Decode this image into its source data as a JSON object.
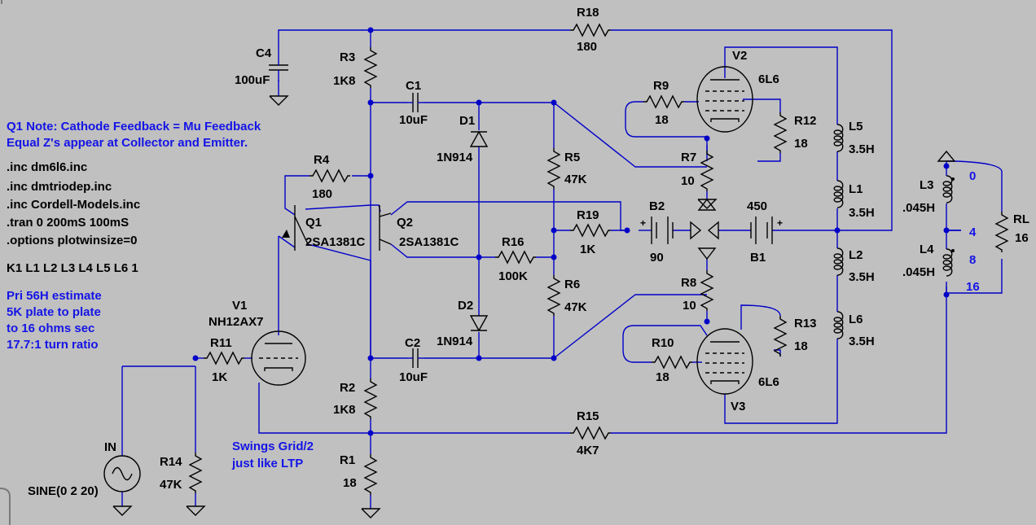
{
  "colors": {
    "background": "#c0c0c0",
    "wire": "#0000c8",
    "part": "#000000",
    "note": "#1414e6"
  },
  "components": [
    {
      "ref": "R18",
      "value": "180"
    },
    {
      "ref": "C4",
      "value": "100uF"
    },
    {
      "ref": "R3",
      "value": "1K8"
    },
    {
      "ref": "C1",
      "value": "10uF"
    },
    {
      "ref": "D1",
      "value": "1N914"
    },
    {
      "ref": "R5",
      "value": "47K"
    },
    {
      "ref": "R9",
      "value": "18"
    },
    {
      "ref": "R12",
      "value": "18"
    },
    {
      "ref": "R7",
      "value": "10"
    },
    {
      "ref": "V2",
      "value": "6L6"
    },
    {
      "ref": "L5",
      "value": "3.5H"
    },
    {
      "ref": "L1",
      "value": "3.5H"
    },
    {
      "ref": "L2",
      "value": "3.5H"
    },
    {
      "ref": "L6",
      "value": "3.5H"
    },
    {
      "ref": "L3",
      "value": ".045H"
    },
    {
      "ref": "L4",
      "value": ".045H"
    },
    {
      "ref": "RL",
      "value": "16"
    },
    {
      "ref": "R4",
      "value": "180"
    },
    {
      "ref": "Q1",
      "value": "2SA1381C"
    },
    {
      "ref": "Q2",
      "value": "2SA1381C"
    },
    {
      "ref": "R19",
      "value": "1K"
    },
    {
      "ref": "B2",
      "value": "90"
    },
    {
      "ref": "B1",
      "value": "450"
    },
    {
      "ref": "R16",
      "value": "100K"
    },
    {
      "ref": "R6",
      "value": "47K"
    },
    {
      "ref": "D2",
      "value": "1N914"
    },
    {
      "ref": "R8",
      "value": "10"
    },
    {
      "ref": "R13",
      "value": "18"
    },
    {
      "ref": "R10",
      "value": "18"
    },
    {
      "ref": "V3",
      "value": "6L6"
    },
    {
      "ref": "C2",
      "value": "10uF"
    },
    {
      "ref": "V1",
      "value": "NH12AX7"
    },
    {
      "ref": "R11",
      "value": "1K"
    },
    {
      "ref": "R2",
      "value": "1K8"
    },
    {
      "ref": "R1",
      "value": "18"
    },
    {
      "ref": "R15",
      "value": "4K7"
    },
    {
      "ref": "R14",
      "value": "47K"
    },
    {
      "ref": "IN",
      "value": "SINE(0 2 20)"
    }
  ],
  "tap_labels": [
    "0",
    "4",
    "8",
    "16"
  ],
  "directives": [
    ".inc dm6l6.inc",
    ".inc dmtriodep.inc",
    ".inc Cordell-Models.inc",
    ".tran 0 200mS 100mS",
    ".options plotwinsize=0",
    "K1 L1 L2 L3 L4 L5 L6 1"
  ],
  "notes": {
    "q1_note": [
      "Q1 Note: Cathode Feedback = Mu Feedback",
      "Equal Z's appear at Collector and Emitter."
    ],
    "primary": [
      "Pri 56H estimate",
      "5K plate to plate",
      "to 16 ohms sec",
      "17.7:1 turn ratio"
    ],
    "swing": [
      "Swings Grid/2",
      "just like LTP"
    ]
  }
}
